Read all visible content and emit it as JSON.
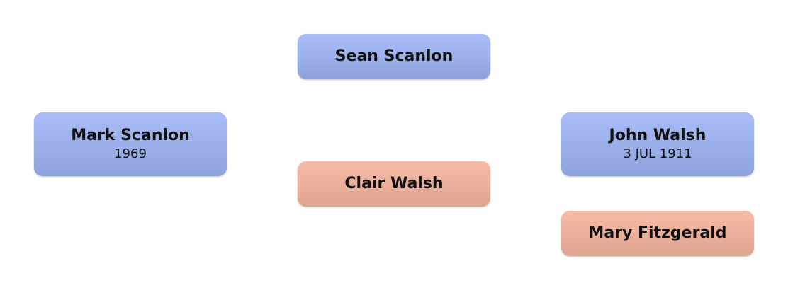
{
  "pedigree": {
    "root": {
      "name": "Mark Scanlon",
      "date": "1969",
      "sex": "male"
    },
    "father": {
      "name": "Sean Scanlon",
      "sex": "male"
    },
    "mother": {
      "name": "Clair Walsh",
      "sex": "female"
    },
    "maternal_grandfather": {
      "name": "John Walsh",
      "date": "3 JUL 1911",
      "sex": "male"
    },
    "maternal_grandmother": {
      "name": "Mary Fitzgerald",
      "sex": "female"
    }
  },
  "colors": {
    "male_top": "#a9bdfa",
    "male_bottom": "#8ea2da",
    "female_top": "#f7bca6",
    "female_bottom": "#dea490",
    "text": "#111111",
    "background": "#ffffff"
  }
}
